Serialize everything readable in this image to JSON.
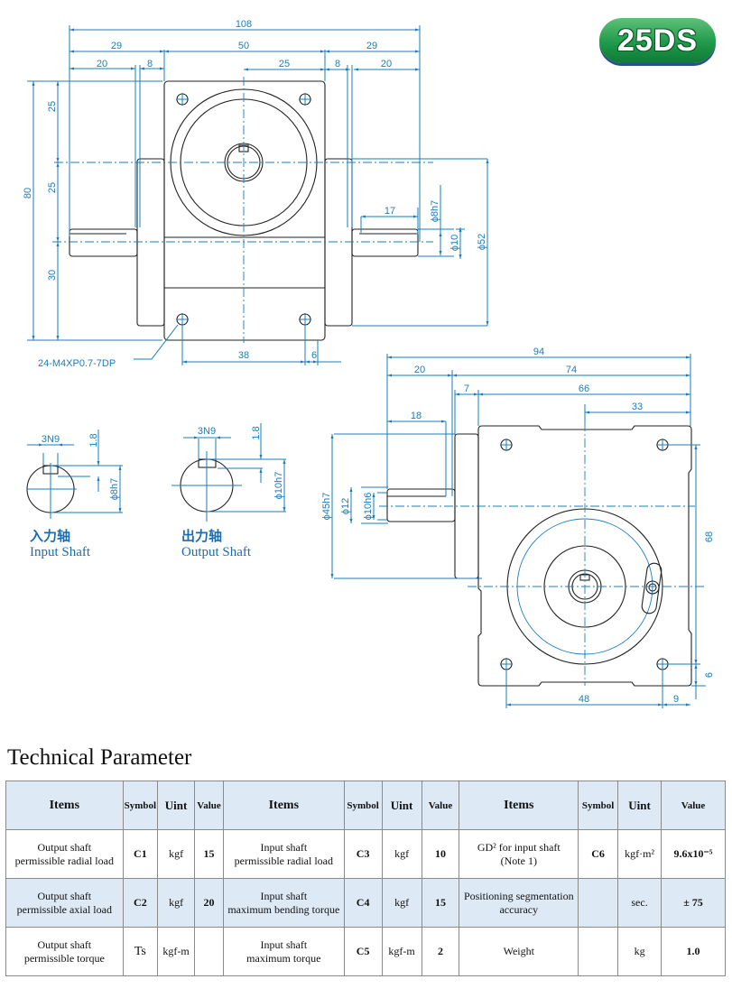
{
  "badge": {
    "model": "25DS"
  },
  "front_view": {
    "dims_horizontal": [
      "108",
      "29",
      "50",
      "29",
      "20",
      "8",
      "25",
      "8",
      "20",
      "17",
      "38",
      "6"
    ],
    "dims_vertical": [
      "80",
      "25",
      "25",
      "30",
      "ϕ8h7",
      "ϕ10",
      "ϕ52"
    ],
    "note": "24-M4XP0.7-7DP"
  },
  "side_view": {
    "dims_horizontal": [
      "94",
      "20",
      "74",
      "7",
      "66",
      "33",
      "18",
      "48",
      "9"
    ],
    "dims_vertical": [
      "ϕ45h7",
      "ϕ12",
      "ϕ10h6",
      "68",
      "6"
    ]
  },
  "input_shaft": {
    "key": "3N9",
    "depth": "1.8",
    "diameter": "ϕ8h7",
    "label_zh": "入力轴",
    "label_en": "Input Shaft"
  },
  "output_shaft": {
    "key": "3N9",
    "depth": "1.8",
    "diameter": "ϕ10h7",
    "label_zh": "出力轴",
    "label_en": "Output Shaft"
  },
  "section_title": "Technical Parameter",
  "table": {
    "headers": [
      "Items",
      "Symbol",
      "Uint",
      "Value",
      "Items",
      "Symbol",
      "Uint",
      "Value",
      "Items",
      "Symbol",
      "Uint",
      "Value"
    ],
    "rows": [
      {
        "c1_item": [
          "Output shaft",
          "permissible radial load"
        ],
        "c1_symbol": "C1",
        "c1_unit": "kgf",
        "c1_value": "15",
        "c2_item": [
          "Input shaft",
          "permissible radial load"
        ],
        "c2_symbol": "C3",
        "c2_unit": "kgf",
        "c2_value": "10",
        "c3_item": [
          "GD² for input shaft",
          "(Note 1)"
        ],
        "c3_symbol": "C6",
        "c3_unit": "kgf·m²",
        "c3_value": "9.6x10⁻⁵"
      },
      {
        "c1_item": [
          "Output shaft",
          "permissible axial load"
        ],
        "c1_symbol": "C2",
        "c1_unit": "kgf",
        "c1_value": "20",
        "c2_item": [
          "Input shaft",
          "maximum bending torque"
        ],
        "c2_symbol": "C4",
        "c2_unit": "kgf",
        "c2_value": "15",
        "c3_item": [
          "Positioning segmentation",
          "accuracy"
        ],
        "c3_symbol": "",
        "c3_unit": "sec.",
        "c3_value": "± 75"
      },
      {
        "c1_item": [
          "Output shaft",
          "permissible torque"
        ],
        "c1_symbol": "Ts",
        "c1_unit": "kgf-m",
        "c1_value": "",
        "c2_item": [
          "Input shaft",
          "maximum torque"
        ],
        "c2_symbol": "C5",
        "c2_unit": "kgf-m",
        "c2_value": "2",
        "c3_item": [
          "Weight",
          ""
        ],
        "c3_symbol": "",
        "c3_unit": "kg",
        "c3_value": "1.0"
      }
    ]
  },
  "colors": {
    "dimension": "#1a7dbd",
    "badge_green": "#1f9a4a",
    "table_header_bg": "#dde9f5"
  }
}
